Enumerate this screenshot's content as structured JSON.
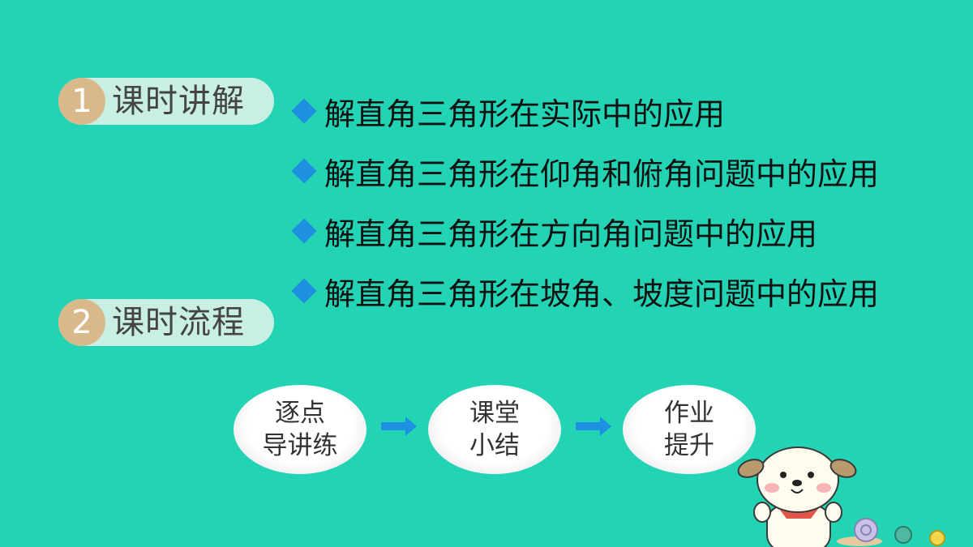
{
  "sections": [
    {
      "number": "1",
      "label": "课时讲解"
    },
    {
      "number": "2",
      "label": "课时流程"
    }
  ],
  "topics": [
    "解直角三角形在实际中的应用",
    "解直角三角形在仰角和俯角问题中的应用",
    "解直角三角形在方向角问题中的应用",
    "解直角三角形在坡角、坡度问题中的应用"
  ],
  "flow": [
    {
      "line1": "逐点",
      "line2": "导讲练"
    },
    {
      "line1": "课堂",
      "line2": "小结"
    },
    {
      "line1": "作业",
      "line2": "提升"
    }
  ],
  "colors": {
    "background": "#22d4b4",
    "badge_circle": "#d9b98a",
    "badge_pill": "#c9eee4",
    "bullet": "#1e90e0",
    "arrow": "#1e90e0"
  },
  "icons": {
    "bullet": "diamond-icon",
    "flow_arrow": "arrow-right-icon",
    "decoration": "puppy-illustration"
  }
}
